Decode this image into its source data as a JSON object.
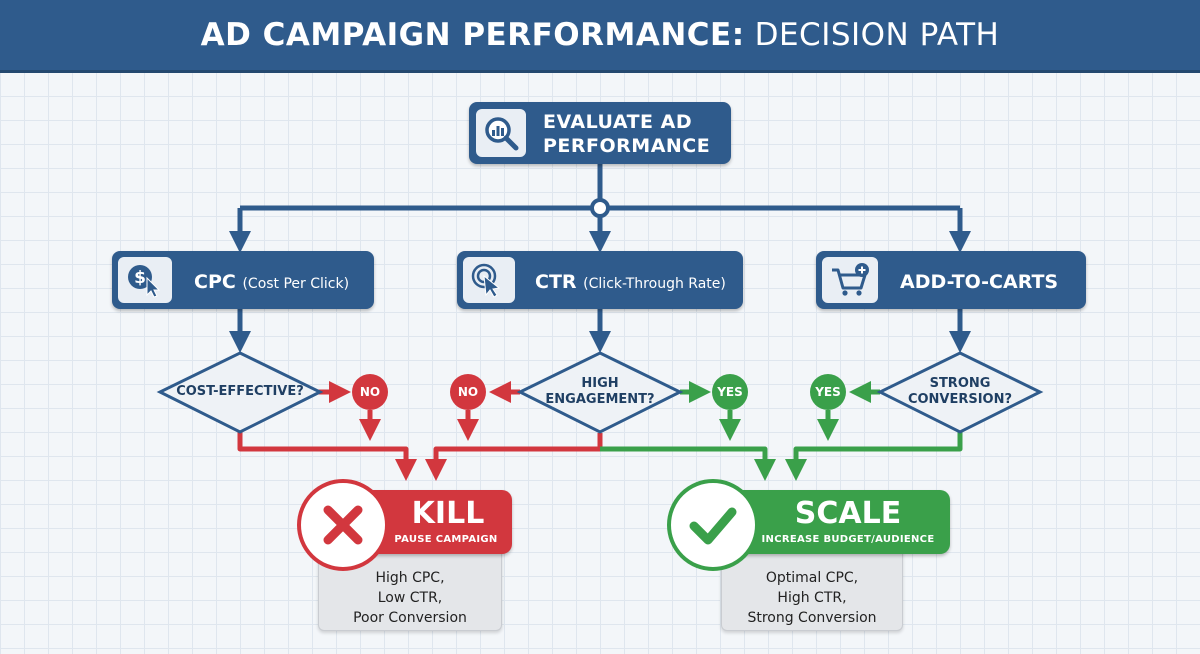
{
  "header": {
    "title_bold": "AD CAMPAIGN PERFORMANCE:",
    "title_light": "DECISION PATH"
  },
  "start": {
    "line1": "EVALUATE AD",
    "line2": "PERFORMANCE",
    "icon": "magnifier-chart-icon"
  },
  "metrics": [
    {
      "label": "CPC",
      "sub": "(Cost Per Click)",
      "icon": "dollar-cursor-icon"
    },
    {
      "label": "CTR",
      "sub": "(Click-Through Rate)",
      "icon": "click-cursor-icon"
    },
    {
      "label": "ADD-TO-CARTS",
      "sub": "",
      "icon": "cart-plus-icon"
    }
  ],
  "decisions": [
    {
      "line1": "COST-EFFECTIVE?",
      "line2": ""
    },
    {
      "line1": "HIGH",
      "line2": "ENGAGEMENT?"
    },
    {
      "line1": "STRONG",
      "line2": "CONVERSION?"
    }
  ],
  "branches": {
    "no": "NO",
    "yes": "YES"
  },
  "outcomes": {
    "kill": {
      "title": "KILL",
      "subtitle": "PAUSE CAMPAIGN",
      "details": [
        "High CPC,",
        "Low CTR,",
        "Poor Conversion"
      ],
      "color": "#d2373e"
    },
    "scale": {
      "title": "SCALE",
      "subtitle": "INCREASE BUDGET/AUDIENCE",
      "details": [
        "Optimal CPC,",
        "High CTR,",
        "Strong Conversion"
      ],
      "color": "#3aa04a"
    }
  },
  "colors": {
    "primary": "#2f5b8c",
    "no": "#d2373e",
    "yes": "#3aa04a"
  }
}
